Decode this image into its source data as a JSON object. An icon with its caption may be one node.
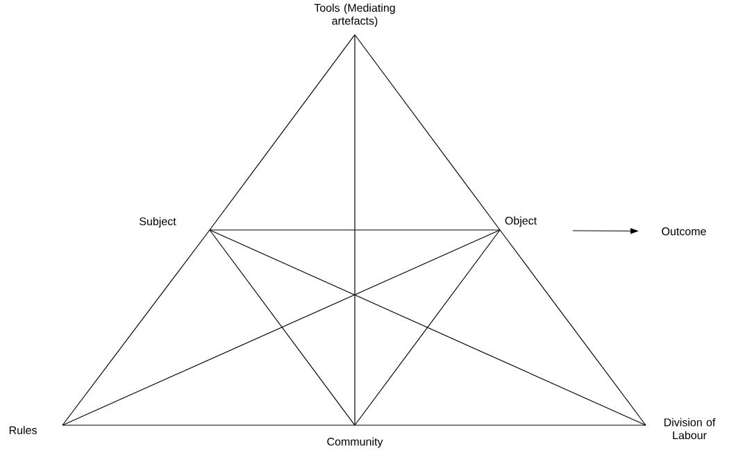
{
  "diagram": {
    "nodes": [
      {
        "text": [
          "Tools (Mediating artefacts)"
        ]
      },
      {
        "text": [
          "Subject"
        ]
      },
      {
        "text": [
          "Object"
        ]
      },
      {
        "text": [
          "Outcome"
        ]
      },
      {
        "text": [
          "Rules"
        ]
      },
      {
        "text": [
          "Community"
        ]
      },
      {
        "text": [
          "Division of Labour"
        ]
      }
    ],
    "edges": [
      {
        "from": 0,
        "to": 1,
        "arrow": "none"
      },
      {
        "from": 1,
        "to": 4,
        "arrow": "none"
      },
      {
        "from": 0,
        "to": 2,
        "arrow": "none"
      },
      {
        "from": 2,
        "to": 6,
        "arrow": "none"
      },
      {
        "from": 4,
        "to": 5,
        "arrow": "none"
      },
      {
        "from": 5,
        "to": 6,
        "arrow": "none"
      },
      {
        "from": 0,
        "to": 5,
        "arrow": "none"
      },
      {
        "from": 1,
        "to": 2,
        "arrow": "none"
      },
      {
        "from": 1,
        "to": 5,
        "arrow": "none"
      },
      {
        "from": 1,
        "to": 6,
        "arrow": "none"
      },
      {
        "from": 2,
        "to": 4,
        "arrow": "none"
      },
      {
        "from": 2,
        "to": 5,
        "arrow": "none"
      },
      {
        "from": 2,
        "to": 3,
        "arrow": "to"
      }
    ]
  }
}
